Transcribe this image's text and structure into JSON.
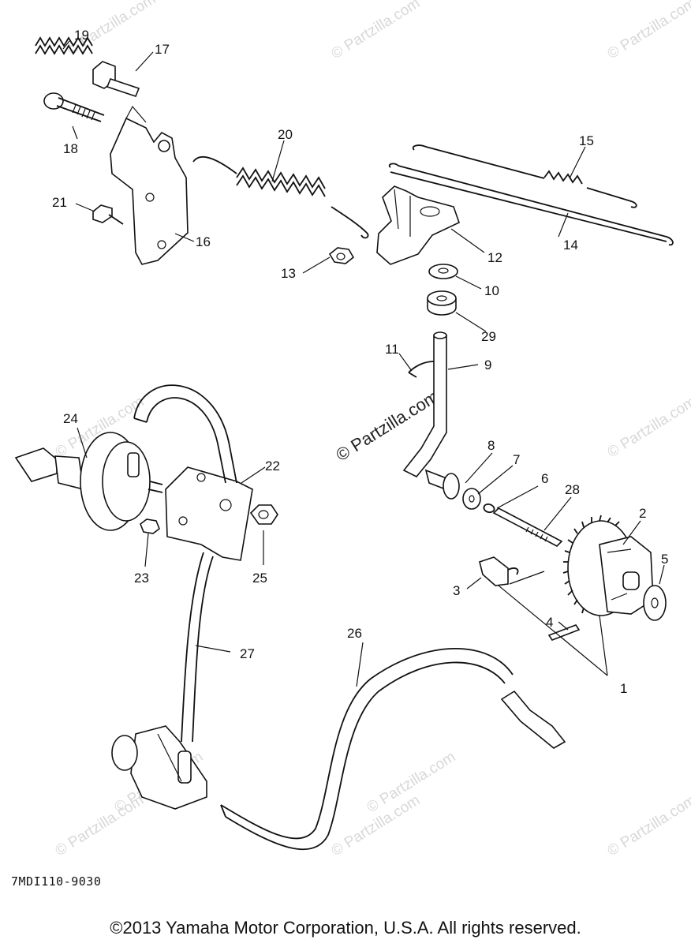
{
  "callouts": [
    "19",
    "17",
    "18",
    "21",
    "16",
    "20",
    "13",
    "15",
    "14",
    "12",
    "10",
    "29",
    "11",
    "9",
    "24",
    "22",
    "23",
    "25",
    "8",
    "7",
    "6",
    "28",
    "2",
    "5",
    "3",
    "4",
    "1",
    "27",
    "26"
  ],
  "drawing_code": "7MDI110-9030",
  "copyright": "©2013  Yamaha Motor Corporation, U.S.A. All rights reserved.",
  "watermarks": [
    "© Partzilla.com",
    "© Partzilla.com",
    "© Partzilla.com",
    "© Partzilla.com",
    "© Partzilla.com",
    "© Partzilla.com",
    "© Partzilla.com",
    "© Partzilla.com",
    "© Partzilla.com",
    "© Partzilla.com",
    "© Partzilla.com"
  ]
}
